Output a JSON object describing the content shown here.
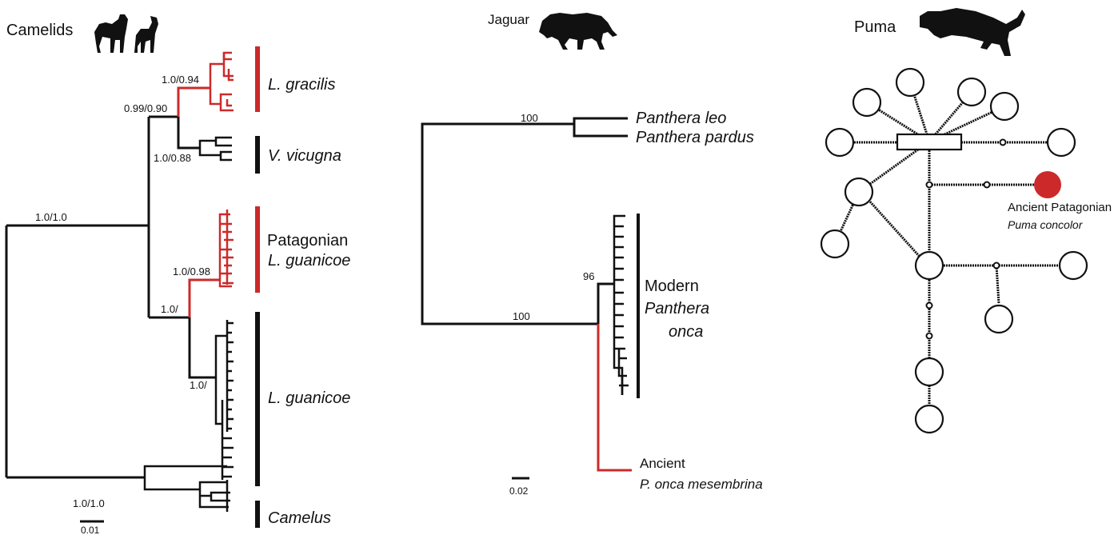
{
  "colors": {
    "ancient": "#cc2a2a",
    "branch": "#111111"
  },
  "camelids": {
    "title": "Camelids",
    "icon": "llama-silhouette-icon",
    "support": {
      "root": "1.0/1.0",
      "gracilis_vicugna": "0.99/0.90",
      "gracilis": "1.0/0.94",
      "vicugna": "1.0/0.88",
      "patagonian": "1.0/0.98",
      "guanicoe_clade": "1.0/",
      "guanicoe": "1.0/",
      "camelus": "1.0/1.0"
    },
    "labels": {
      "gracilis": "L. gracilis",
      "vicugna": "V. vicugna",
      "patagonian_1": "Patagonian",
      "patagonian_2": "L. guanicoe",
      "guanicoe": "L. guanicoe",
      "camelus": "Camelus"
    },
    "scale": "0.01"
  },
  "jaguar": {
    "title": "Jaguar",
    "icon": "jaguar-silhouette-icon",
    "support": {
      "top": "100",
      "bottom": "100",
      "modern": "96"
    },
    "labels": {
      "leo": "Panthera leo",
      "pardus": "Panthera pardus",
      "modern_1": "Modern",
      "modern_2": "Panthera",
      "modern_3": "onca",
      "ancient_1": "Ancient",
      "ancient_2": "P. onca mesembrina"
    },
    "scale": "0.02"
  },
  "puma": {
    "title": "Puma",
    "icon": "puma-silhouette-icon",
    "labels": {
      "ancient_1": "Ancient Patagonian",
      "ancient_2": "Puma concolor"
    }
  }
}
